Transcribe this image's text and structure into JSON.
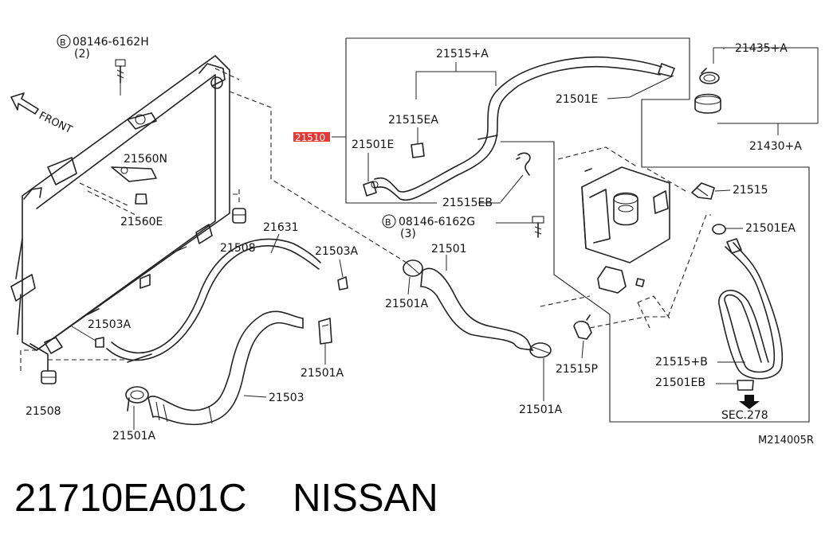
{
  "diagram": {
    "front_label": "FRONT",
    "bolt_a_part": "08146-6162H",
    "bolt_a_qty": "(2)",
    "bolt_b_part": "08146-6162G",
    "bolt_b_qty": "(3)",
    "bolt_symbol": "B",
    "highlighted_callout": "21510",
    "highlight_color": "#e53935",
    "callouts": {
      "c21515A": "21515+A",
      "c21501E_top": "21501E",
      "c21515EA": "21515EA",
      "c21501E_left": "21501E",
      "c21515EB": "21515EB",
      "c21435A": "21435+A",
      "c21430A": "21430+A",
      "c21515": "21515",
      "c21501EA": "21501EA",
      "c21560N": "21560N",
      "c21560E": "21560E",
      "c21508_top": "21508",
      "c21508_bottom": "21508",
      "c21631": "21631",
      "c21503A_top": "21503A",
      "c21503A_left": "21503A",
      "c21501": "21501",
      "c21501A_mid": "21501A",
      "c21501A_right": "21501A",
      "c21501A_clip": "21501A",
      "c21501A_bottom": "21501A",
      "c21503": "21503",
      "c21515P": "21515P",
      "c21515B": "21515+B",
      "c21501EB": "21501EB",
      "sec_ref": "SEC.278"
    },
    "figure_code": "M214005R"
  },
  "footer": {
    "part_number": "21710EA01C",
    "brand": "NISSAN"
  }
}
